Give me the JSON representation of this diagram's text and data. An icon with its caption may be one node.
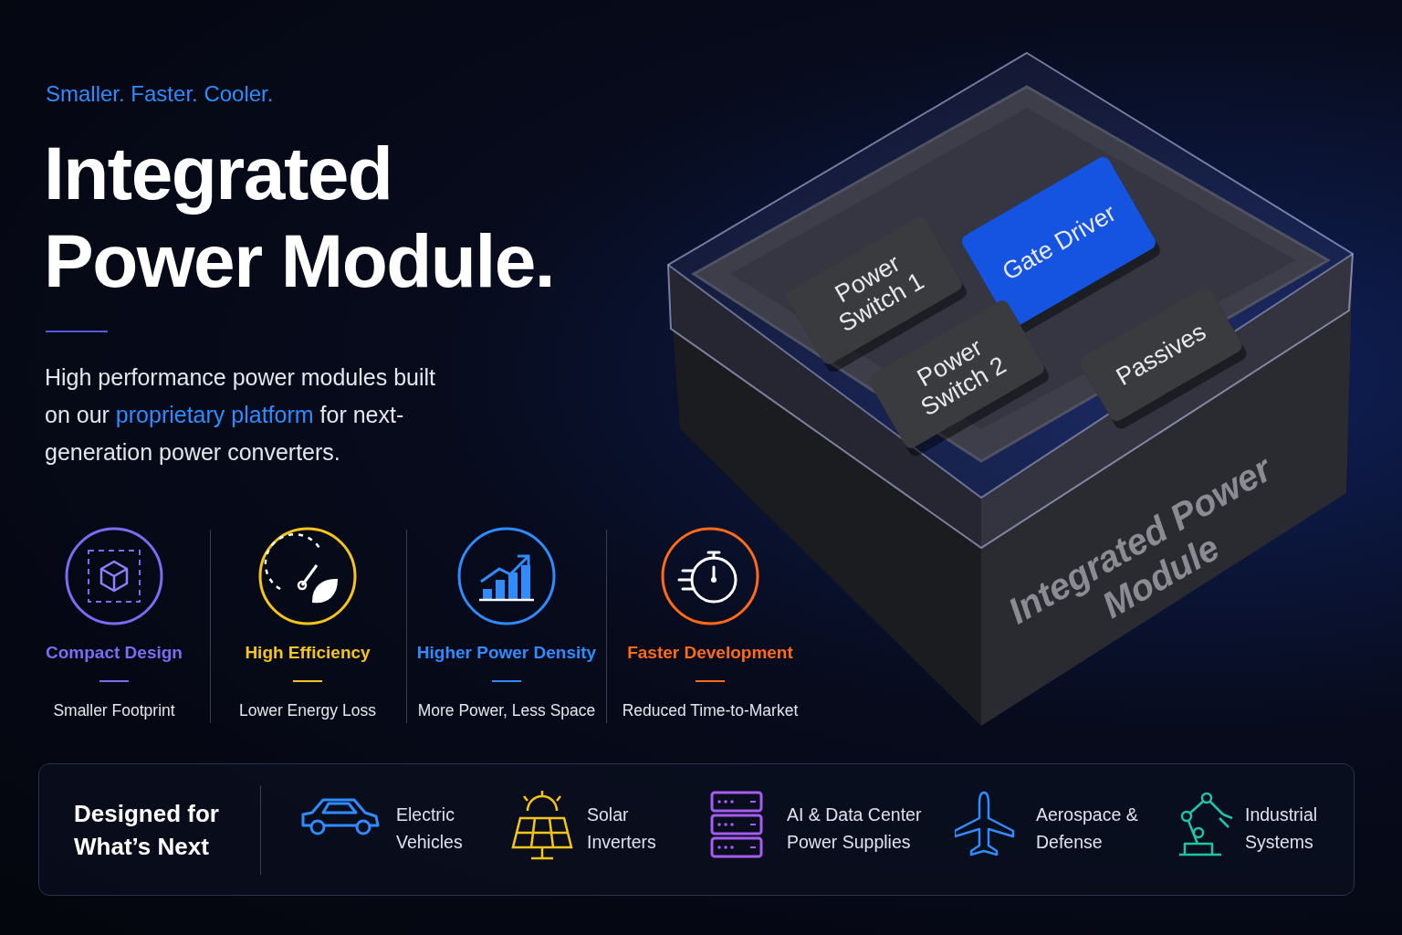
{
  "diagram": {
    "title": "Integrated Power Module.",
    "nodes": [
      {
        "text": [
          "Integrated Power Module"
        ]
      },
      {
        "text": [
          "Power Switch 1"
        ],
        "in": 0
      },
      {
        "text": [
          "Gate Driver"
        ],
        "in": 0
      },
      {
        "text": [
          "Power Switch 2"
        ],
        "in": 0
      },
      {
        "text": [
          "Passives"
        ],
        "in": 0
      },
      {
        "text": [
          "Designed for What’s Next",
          "Electric Vehicles",
          "Solar Inverters",
          "AI & Data Center Power Supplies",
          "Aerospace & Defense",
          "Industrial Systems"
        ]
      }
    ],
    "labels": [
      "Smaller. Faster. Cooler.",
      "High performance power modules built on our **proprietary platform** for next-generation power converters.",
      "Compact Design",
      "Smaller Footprint",
      "High Efficiency",
      "Lower Energy Loss",
      "Higher Power Density",
      "More Power, Less Space",
      "Faster Development",
      "Reduced Time-to-Market"
    ]
  }
}
